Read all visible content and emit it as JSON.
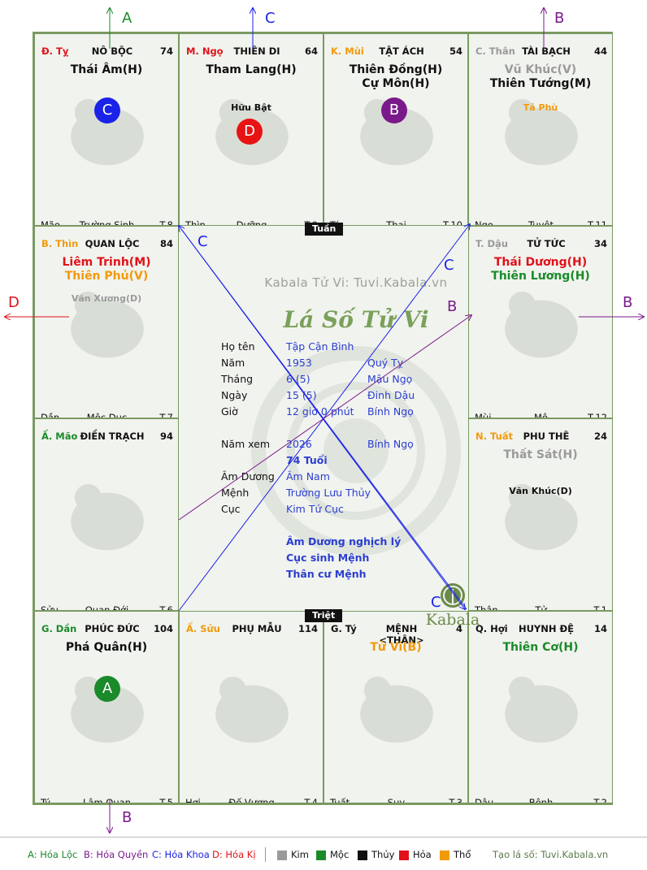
{
  "cells": [
    {
      "id": "ty",
      "branch": "Đ. Tỵ",
      "branch_color": "#e0121a",
      "name": "NÔ BỘC",
      "number": "74",
      "stars": [
        {
          "t": "Thái Âm(H)",
          "c": "#111111"
        }
      ],
      "minor": [],
      "foot": [
        "Mão",
        "Trường Sinh",
        "T.8"
      ],
      "badge": {
        "label": "C",
        "color": "#1a22e8"
      }
    },
    {
      "id": "ngo",
      "branch": "M. Ngọ",
      "branch_color": "#e0121a",
      "name": "THIÊN DI",
      "number": "64",
      "stars": [
        {
          "t": "Tham Lang(H)",
          "c": "#111111"
        }
      ],
      "minor": [
        {
          "t": "Hữu Bật",
          "c": "#111111"
        }
      ],
      "foot": [
        "Thìn",
        "Dưỡng",
        "T.9"
      ],
      "badge": {
        "label": "D",
        "color": "#e81414"
      }
    },
    {
      "id": "mui",
      "branch": "K. Mùi",
      "branch_color": "#f19a0a",
      "name": "TẬT ÁCH",
      "number": "54",
      "stars": [
        {
          "t": "Thiên Đồng(H)",
          "c": "#111111"
        },
        {
          "t": "Cự Môn(H)",
          "c": "#111111"
        }
      ],
      "minor": [],
      "foot": [
        "Tý",
        "Thai",
        "T.10"
      ],
      "badge": {
        "label": "B",
        "color": "#7a1a8a"
      }
    },
    {
      "id": "than",
      "branch": "C. Thân",
      "branch_color": "#9a9a9a",
      "name": "TÀI BẠCH",
      "number": "44",
      "stars": [
        {
          "t": "Vũ Khúc(V)",
          "c": "#9a9a9a"
        },
        {
          "t": "Thiên Tướng(M)",
          "c": "#111111"
        }
      ],
      "minor": [
        {
          "t": "Tả Phù",
          "c": "#f19a0a"
        }
      ],
      "foot": [
        "Ngọ",
        "Tuyệt",
        "T.11"
      ],
      "badge": null
    },
    {
      "id": "thin",
      "branch": "B. Thìn",
      "branch_color": "#f19a0a",
      "name": "QUAN LỘC",
      "number": "84",
      "stars": [
        {
          "t": "Liêm Trinh(M)",
          "c": "#e0121a"
        },
        {
          "t": "Thiên Phủ(V)",
          "c": "#f19a0a"
        }
      ],
      "minor": [
        {
          "t": "Văn Xương(D)",
          "c": "#9a9a9a"
        }
      ],
      "foot": [
        "Dần",
        "Mộc Dục",
        "T.7"
      ],
      "badge": null
    },
    {
      "id": "dau",
      "branch": "T. Dậu",
      "branch_color": "#9a9a9a",
      "name": "TỬ TỨC",
      "number": "34",
      "stars": [
        {
          "t": "Thái Dương(H)",
          "c": "#e0121a"
        },
        {
          "t": "Thiên Lương(H)",
          "c": "#1a8a2a"
        }
      ],
      "minor": [],
      "foot": [
        "Mùi",
        "Mộ",
        "T.12"
      ],
      "badge": null
    },
    {
      "id": "mao",
      "branch": "Ấ. Mão",
      "branch_color": "#1a8a2a",
      "name": "ĐIỀN TRẠCH",
      "number": "94",
      "stars": [],
      "minor": [],
      "foot": [
        "Sửu",
        "Quan Đới",
        "T.6"
      ],
      "badge": null
    },
    {
      "id": "tuat",
      "branch": "N. Tuất",
      "branch_color": "#f19a0a",
      "name": "PHU THÊ",
      "number": "24",
      "stars": [
        {
          "t": "Thất Sát(H)",
          "c": "#9a9a9a"
        }
      ],
      "minor": [
        {
          "t": "Văn Khúc(D)",
          "c": "#111111"
        }
      ],
      "foot": [
        "Thân",
        "Tử",
        "T.1"
      ],
      "badge": null
    },
    {
      "id": "dan",
      "branch": "G. Dần",
      "branch_color": "#1a8a2a",
      "name": "PHÚC ĐỨC",
      "number": "104",
      "stars": [
        {
          "t": "Phá Quân(H)",
          "c": "#111111"
        }
      ],
      "minor": [],
      "foot": [
        "Tý",
        "Lâm Quan",
        "T.5"
      ],
      "badge": {
        "label": "A",
        "color": "#1a8a2a"
      }
    },
    {
      "id": "suu",
      "branch": "Ấ. Sửu",
      "branch_color": "#f19a0a",
      "name": "PHỤ MẪU",
      "number": "114",
      "stars": [],
      "minor": [],
      "foot": [
        "Hợi",
        "Đế Vượng",
        "T.4"
      ],
      "badge": null
    },
    {
      "id": "tys",
      "branch": "G. Tý",
      "branch_color": "#111111",
      "name": "MỆNH <THÂN>",
      "number": "4",
      "stars": [
        {
          "t": "Tử Vi(B)",
          "c": "#f19a0a"
        }
      ],
      "minor": [],
      "foot": [
        "Tuất",
        "Suy",
        "T.3"
      ],
      "badge": null
    },
    {
      "id": "hoi",
      "branch": "Q. Hợi",
      "branch_color": "#111111",
      "name": "HUYNH ĐỆ",
      "number": "14",
      "stars": [
        {
          "t": "Thiên Cơ(H)",
          "c": "#1a8a2a"
        }
      ],
      "minor": [],
      "foot": [
        "Dậu",
        "Bệnh",
        "T.2"
      ],
      "badge": null
    }
  ],
  "center": {
    "watermark": "Kabala Tử Vi: Tuvi.Kabala.vn",
    "title": "Lá Số Tử Vi",
    "tag_top": "Tuần",
    "tag_bottom": "Triệt",
    "rows": [
      {
        "k": "Họ tên",
        "v": "Tập Cận Bình",
        "v2": ""
      },
      {
        "k": "Năm",
        "v": "1953",
        "v2": "Quý Tỵ"
      },
      {
        "k": "Tháng",
        "v": "6  (5)",
        "v2": "Mậu Ngọ"
      },
      {
        "k": "Ngày",
        "v": "15  (5)",
        "v2": "Đinh Dậu"
      },
      {
        "k": "Giờ",
        "v": "12 giờ 0 phút",
        "v2": "Bính Ngọ"
      }
    ],
    "year_view": {
      "k": "Năm xem",
      "v": "2026",
      "v2": "Bính Ngọ"
    },
    "age": "74 Tuổi",
    "rows2": [
      {
        "k": "Âm Dương",
        "v": "Âm Nam"
      },
      {
        "k": "Mệnh",
        "v": "Trường Lưu Thủy"
      },
      {
        "k": "Cục",
        "v": "Kim Tứ Cục"
      }
    ],
    "notes": [
      "Âm Dương nghịch lý",
      "Cục sinh Mệnh",
      "Thân cư Mệnh"
    ],
    "logo_text": "Kabala"
  },
  "arrow_labels": {
    "A": "A",
    "B": "B",
    "C": "C",
    "D": "D"
  },
  "legend": {
    "items": [
      {
        "label": "A: Hóa Lộc",
        "color": "#1a8a2a"
      },
      {
        "label": "B: Hóa Quyền",
        "color": "#7a1a8a"
      },
      {
        "label": "C: Hóa Khoa",
        "color": "#1a22e8"
      },
      {
        "label": "D: Hóa Kị",
        "color": "#e0121a"
      }
    ],
    "elements": [
      {
        "label": "Kim",
        "color": "#9a9a9a"
      },
      {
        "label": "Mộc",
        "color": "#1a8a2a"
      },
      {
        "label": "Thủy",
        "color": "#111111"
      },
      {
        "label": "Hỏa",
        "color": "#e0121a"
      },
      {
        "label": "Thổ",
        "color": "#f19a0a"
      }
    ],
    "credit": "Tạo lá số: Tuvi.Kabala.vn"
  }
}
